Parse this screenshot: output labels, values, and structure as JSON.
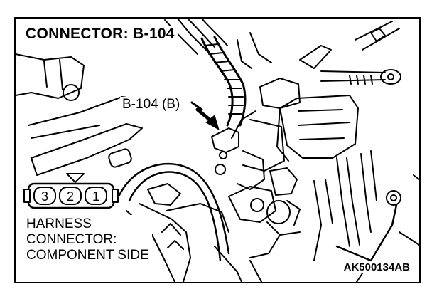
{
  "title": "CONNECTOR: B-104",
  "callout_label": "B-104 (B)",
  "connector_pins": [
    "3",
    "2",
    "1"
  ],
  "harness_caption": [
    "HARNESS",
    "CONNECTOR:",
    "COMPONENT SIDE"
  ],
  "figure_code": "AK500134AB"
}
